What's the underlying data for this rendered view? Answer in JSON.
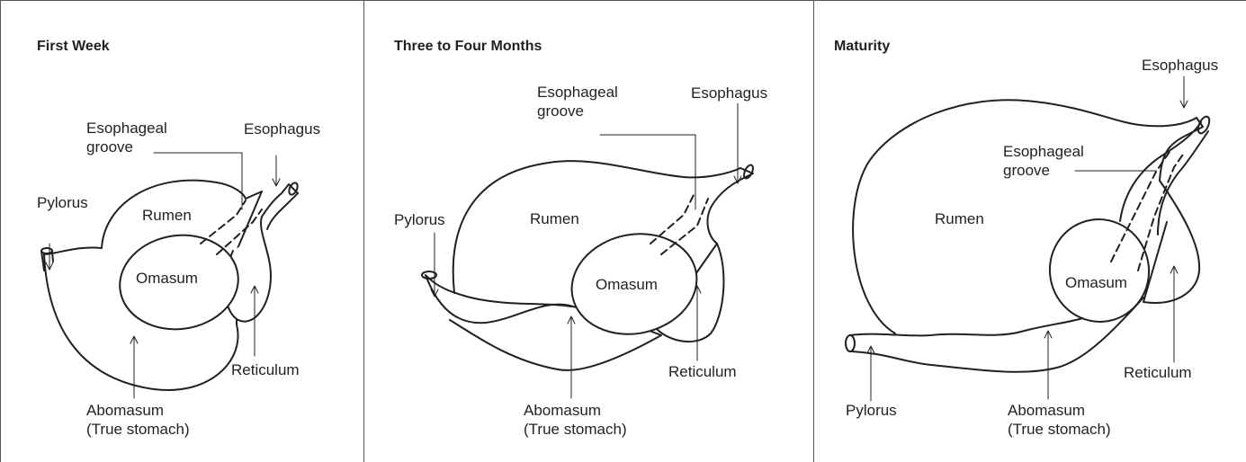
{
  "panels": [
    {
      "title": "First Week",
      "labels": {
        "esophageal_groove": "Esophageal\ngroove",
        "esophagus": "Esophagus",
        "pylorus": "Pylorus",
        "rumen": "Rumen",
        "omasum": "Omasum",
        "reticulum": "Reticulum",
        "abomasum": "Abomasum\n(True stomach)"
      }
    },
    {
      "title": "Three to Four Months",
      "labels": {
        "esophageal_groove": "Esophageal\ngroove",
        "esophagus": "Esophagus",
        "pylorus": "Pylorus",
        "rumen": "Rumen",
        "omasum": "Omasum",
        "reticulum": "Reticulum",
        "abomasum": "Abomasum\n(True stomach)"
      }
    },
    {
      "title": "Maturity",
      "labels": {
        "esophagus": "Esophagus",
        "esophageal_groove": "Esophageal\ngroove",
        "rumen": "Rumen",
        "omasum": "Omasum",
        "reticulum": "Reticulum",
        "pylorus": "Pylorus",
        "abomasum": "Abomasum\n(True stomach)"
      }
    }
  ],
  "colors": {
    "ink": "#231f20",
    "border": "#555555",
    "background": "#ffffff"
  }
}
